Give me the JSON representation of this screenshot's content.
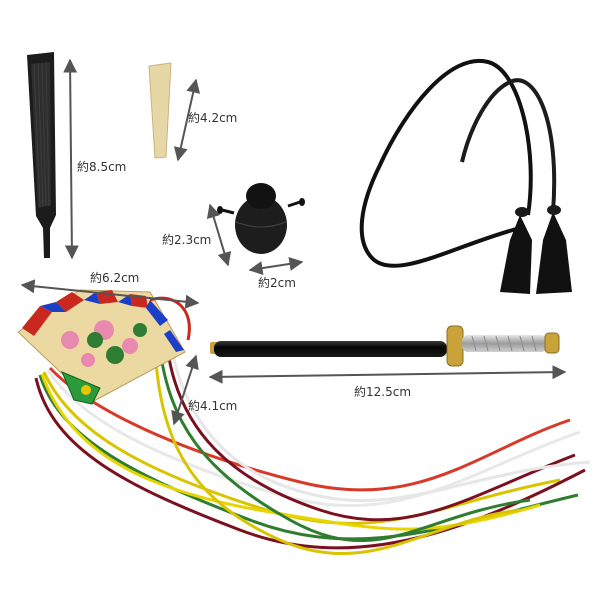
{
  "measurements": {
    "scepter": "約8.5cm",
    "comb": "約4.2cm",
    "cap_height": "約2.3cm",
    "cap_width": "約2cm",
    "fan_width": "約6.2cm",
    "fan_height": "約4.1cm",
    "sword": "約12.5cm"
  },
  "colors": {
    "arrow": "#555555",
    "scepter": "#1c1c1c",
    "comb": "#e8d7a6",
    "cord": "#111111",
    "sword_scabbard": "#0b0b0b",
    "sword_hilt": "#bfbfbf",
    "sword_gold": "#c9a23a"
  }
}
